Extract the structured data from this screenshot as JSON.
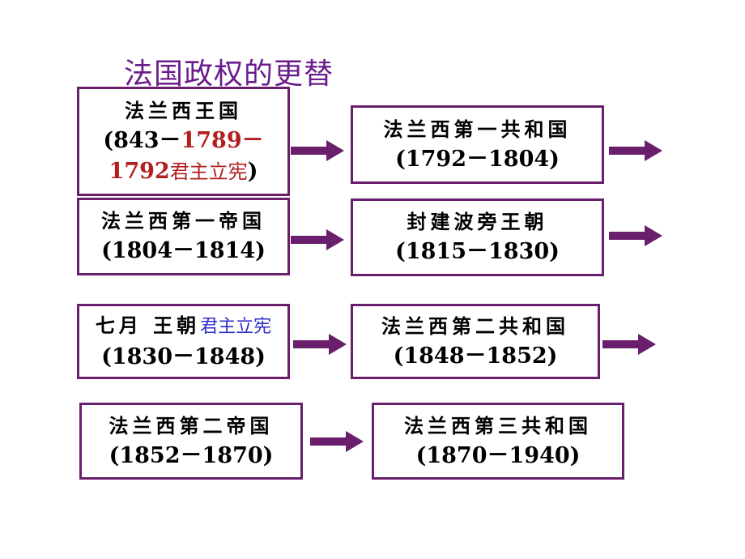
{
  "title": "法国政权的更替",
  "regimes": [
    {
      "name": "法兰西王国",
      "years_open": "(843－",
      "years_mid": "1789－",
      "years_end": "1792",
      "note": "君主立宪",
      "close": ")"
    },
    {
      "name": "法兰西第一共和国",
      "years": "(1792－1804)"
    },
    {
      "name": "法兰西第一帝国",
      "years": "(1804－1814)"
    },
    {
      "name": "封建波旁王朝",
      "years": "(1815－1830)"
    },
    {
      "name": "七月 王朝",
      "note": "君主立宪",
      "years": "(1830－1848)"
    },
    {
      "name": "法兰西第二共和国",
      "years": "(1848－1852)"
    },
    {
      "name": "法兰西第二帝国",
      "years": "(1852－1870)"
    },
    {
      "name": "法兰西第三共和国",
      "years": "(1870－1940)"
    }
  ],
  "colors": {
    "border": "#6a1f6c",
    "arrow": "#6a1f6c",
    "title": "#6a1b8c",
    "highlight": "#b21f1f",
    "note_blue": "#2f2fc8"
  }
}
